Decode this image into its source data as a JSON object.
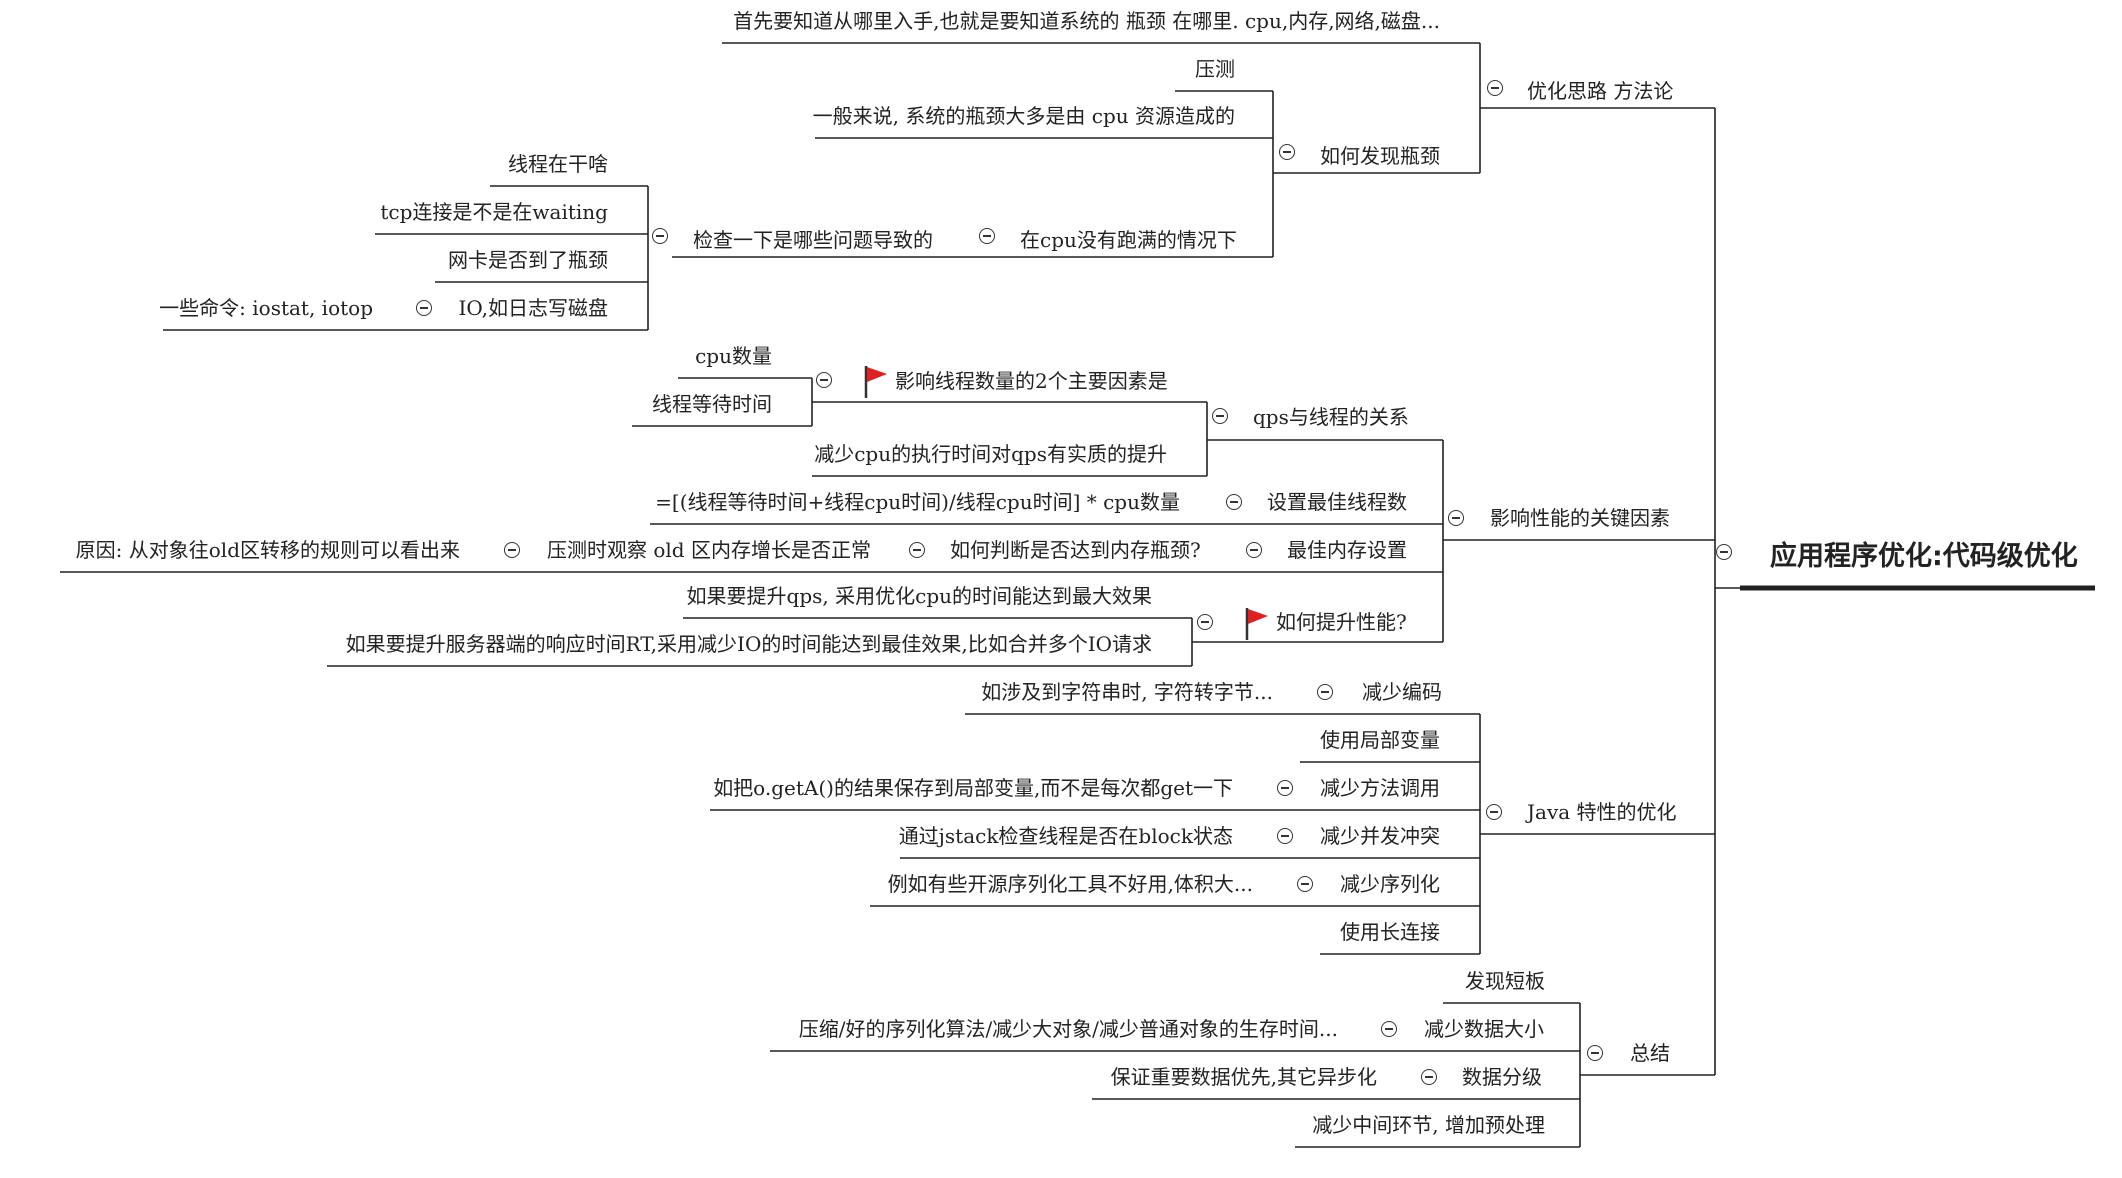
{
  "root": "应用程序优化:代码级优化",
  "method": {
    "label": "优化思路 方法论",
    "intro": "首先要知道从哪里入手,也就是要知道系统的 瓶颈 在哪里. cpu,内存,网络,磁盘...",
    "find": {
      "label": "如何发现瓶颈",
      "stress": "压测",
      "cpu_note": "一般来说, 系统的瓶颈大多是由 cpu 资源造成的",
      "not_full": {
        "label": "在cpu没有跑满的情况下",
        "check": {
          "label": "检查一下是哪些问题导致的",
          "items": [
            "线程在干啥",
            "tcp连接是不是在waiting",
            "网卡是否到了瓶颈"
          ],
          "io": {
            "label": "IO,如日志写磁盘",
            "cmd": "一些命令: iostat, iotop"
          }
        }
      }
    }
  },
  "perf": {
    "label": "影响性能的关键因素",
    "qps": {
      "label": "qps与线程的关系",
      "factors": {
        "label": "影响线程数量的2个主要因素是",
        "items": [
          "cpu数量",
          "线程等待时间"
        ]
      },
      "reduce_cpu": "减少cpu的执行时间对qps有实质的提升"
    },
    "threads": {
      "label": "设置最佳线程数",
      "formula": "=[(线程等待时间+线程cpu时间)/线程cpu时间] * cpu数量"
    },
    "memory": {
      "label": "最佳内存设置",
      "judge": {
        "label": "如何判断是否达到内存瓶颈?",
        "observe": {
          "label": "压测时观察 old 区内存增长是否正常",
          "reason": "原因: 从对象往old区转移的规则可以看出来"
        }
      }
    },
    "improve": {
      "label": "如何提升性能?",
      "items": [
        "如果要提升qps, 采用优化cpu的时间能达到最大效果",
        "如果要提升服务器端的响应时间RT,采用减少IO的时间能达到最佳效果,比如合并多个IO请求"
      ]
    }
  },
  "java": {
    "label": "Java 特性的优化",
    "encoding": {
      "label": "减少编码",
      "note": "如涉及到字符串时, 字符转字节..."
    },
    "local_vars": "使用局部变量",
    "method_calls": {
      "label": "减少方法调用",
      "note": "如把o.getA()的结果保存到局部变量,而不是每次都get一下"
    },
    "concurrency": {
      "label": "减少并发冲突",
      "note": "通过jstack检查线程是否在block状态"
    },
    "serialization": {
      "label": "减少序列化",
      "note": "例如有些开源序列化工具不好用,体积大..."
    },
    "long_conn": "使用长连接"
  },
  "summary": {
    "label": "总结",
    "shortboard": "发现短板",
    "data_size": {
      "label": "减少数据大小",
      "note": "压缩/好的序列化算法/减少大对象/减少普通对象的生存时间..."
    },
    "layering": {
      "label": "数据分级",
      "note": "保证重要数据优先,其它异步化"
    },
    "reduce_steps": "减少中间环节, 增加预处理"
  },
  "colors": {
    "line": "#222222",
    "flag": "#e02020",
    "text": "#222222"
  }
}
